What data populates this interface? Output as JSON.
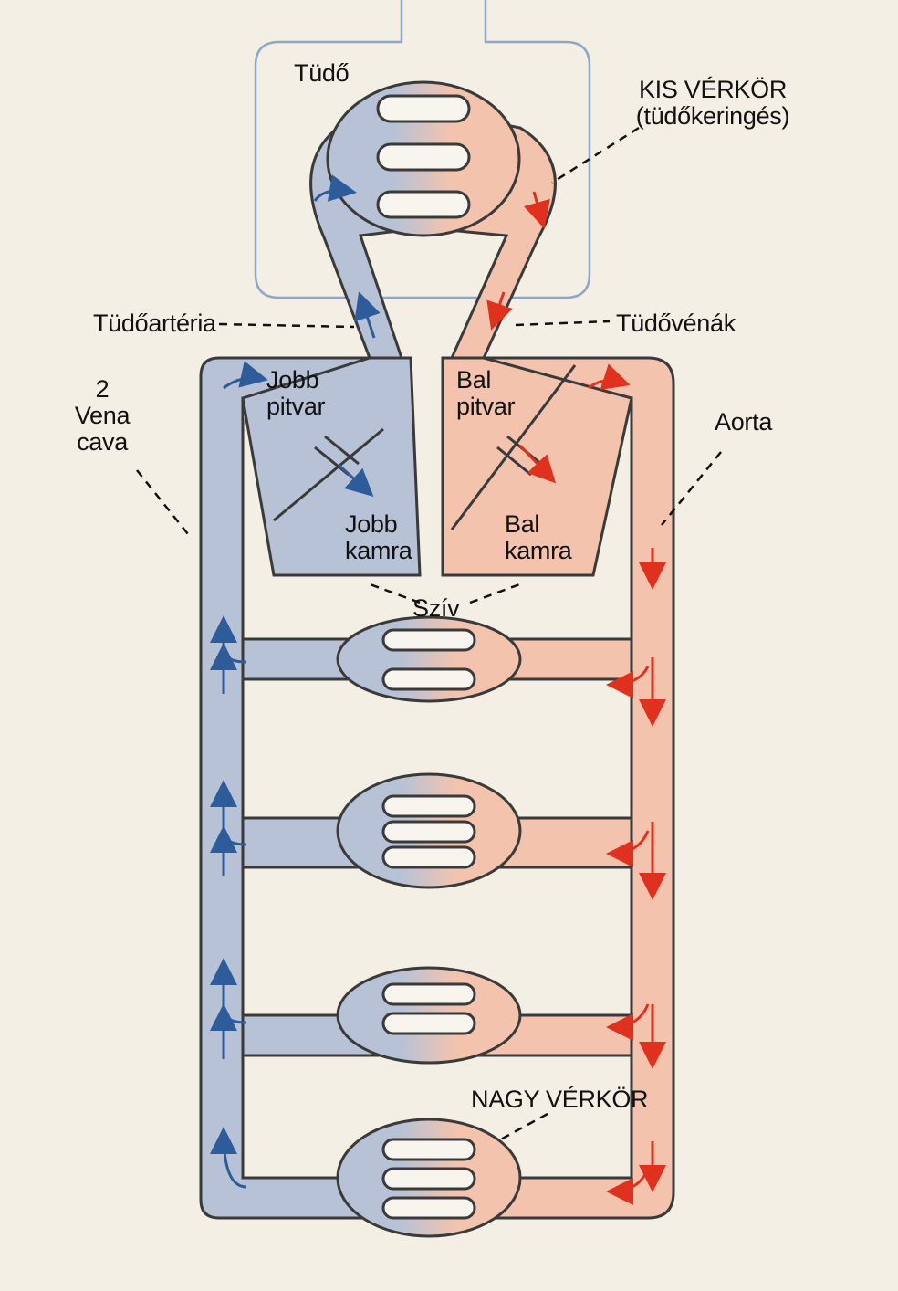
{
  "labels": {
    "lung": "Tüdő",
    "pulmonary_circulation": "KIS VÉRKÖR\n(tüdőkeringés)",
    "pulmonary_artery": "Tüdőartéria",
    "pulmonary_veins": "Tüdővénák",
    "vena_cava": "2\nVena\ncava",
    "right_atrium": "Jobb\npitvar",
    "left_atrium": "Bal\npitvar",
    "aorta": "Aorta",
    "right_ventricle": "Jobb\nkamra",
    "left_ventricle": "Bal\nkamra",
    "heart": "Szív",
    "systemic_circulation": "NAGY VÉRKÖR"
  },
  "colors": {
    "deoxygenated": "#b8c2d6",
    "oxygenated": "#f4c3ae",
    "outline": "#3a3a3a",
    "arrow_blue": "#2e5b9a",
    "arrow_red": "#e0301e",
    "lung_box": "#8fa6c8",
    "background": "#f3efe4"
  }
}
